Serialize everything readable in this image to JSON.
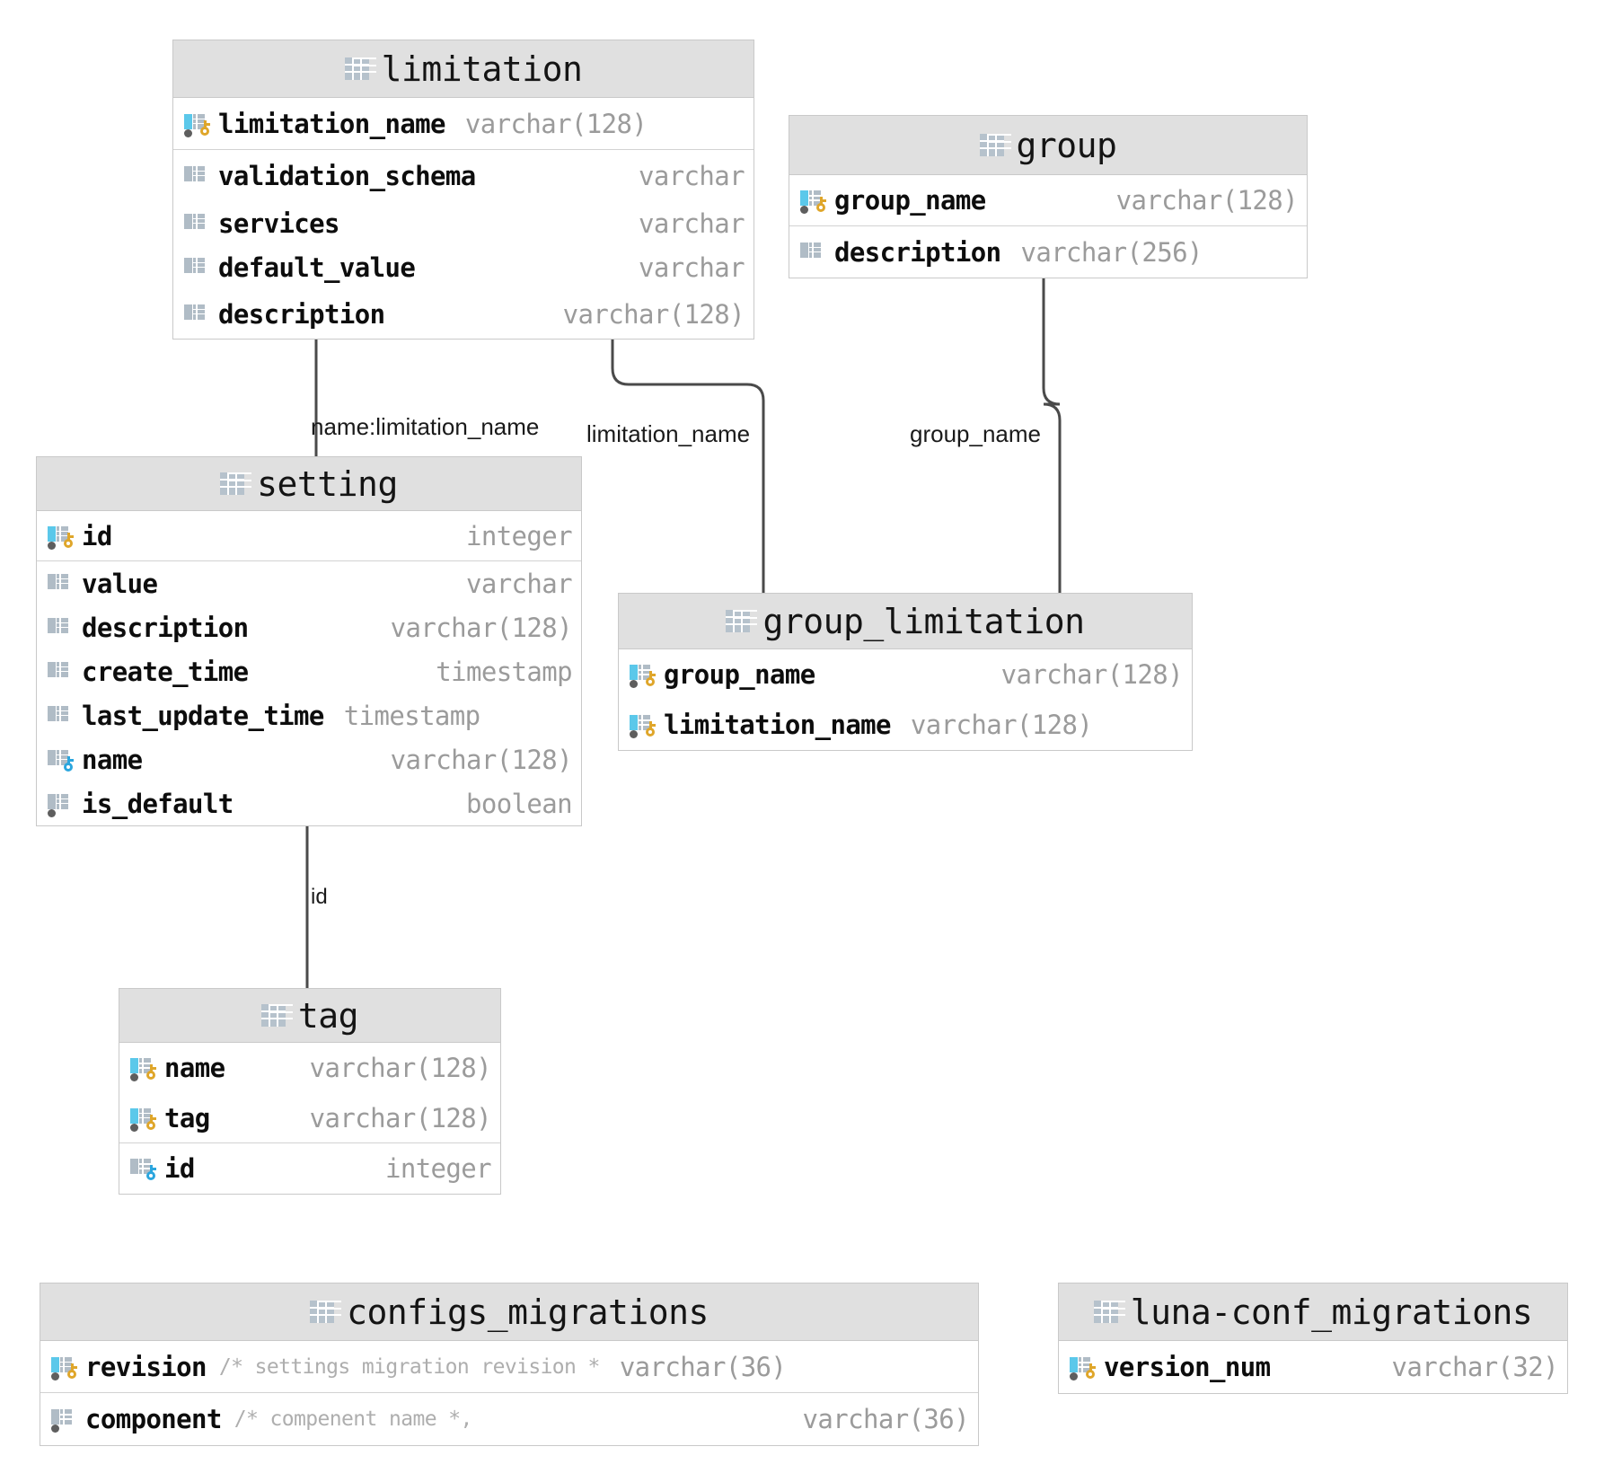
{
  "diagram": {
    "kind": "database-er-diagram",
    "background": "#ffffff",
    "header_fill": "#e0e0e0",
    "border_color": "#c9c9c9",
    "type_color": "#9b9b9b",
    "comment_color": "#aeaeae",
    "edge_color": "#4a4a4a",
    "key_gold": "#dfa62a",
    "key_blue": "#2ba6de",
    "marker_cyan": "#5bc8ea",
    "marker_grey": "#b0bcc6"
  },
  "tables": {
    "limitation": {
      "title": "limitation",
      "columns": [
        {
          "name": "limitation_name",
          "type": "varchar(128)",
          "icon": "pk-key-gold-cyan-dot"
        },
        {
          "name": "validation_schema",
          "type": "varchar",
          "icon": "column-grey"
        },
        {
          "name": "services",
          "type": "varchar",
          "icon": "column-grey"
        },
        {
          "name": "default_value",
          "type": "varchar",
          "icon": "column-grey"
        },
        {
          "name": "description",
          "type": "varchar(128)",
          "icon": "column-grey"
        }
      ]
    },
    "group": {
      "title": "group",
      "columns": [
        {
          "name": "group_name",
          "type": "varchar(128)",
          "icon": "pk-key-gold-cyan-dot"
        },
        {
          "name": "description",
          "type": "varchar(256)",
          "icon": "column-grey"
        }
      ]
    },
    "setting": {
      "title": "setting",
      "columns": [
        {
          "name": "id",
          "type": "integer",
          "icon": "pk-key-gold-cyan-dot"
        },
        {
          "name": "value",
          "type": "varchar",
          "icon": "column-grey"
        },
        {
          "name": "description",
          "type": "varchar(128)",
          "icon": "column-grey"
        },
        {
          "name": "create_time",
          "type": "timestamp",
          "icon": "column-grey"
        },
        {
          "name": "last_update_time",
          "type": "timestamp",
          "icon": "column-grey"
        },
        {
          "name": "name",
          "type": "varchar(128)",
          "icon": "key-blue-grey"
        },
        {
          "name": "is_default",
          "type": "boolean",
          "icon": "column-grey-dot"
        }
      ]
    },
    "group_limitation": {
      "title": "group_limitation",
      "columns": [
        {
          "name": "group_name",
          "type": "varchar(128)",
          "icon": "pk-key-gold-cyan-dot"
        },
        {
          "name": "limitation_name",
          "type": "varchar(128)",
          "icon": "pk-key-gold-cyan-dot"
        }
      ]
    },
    "tag": {
      "title": "tag",
      "columns": [
        {
          "name": "name",
          "type": "varchar(128)",
          "icon": "pk-key-gold-cyan-dot"
        },
        {
          "name": "tag",
          "type": "varchar(128)",
          "icon": "pk-key-gold-cyan-dot"
        },
        {
          "name": "id",
          "type": "integer",
          "icon": "key-blue-grey"
        }
      ]
    },
    "configs_migrations": {
      "title": "configs_migrations",
      "columns": [
        {
          "name": "revision",
          "comment": "/* settings migration revision *",
          "type": "varchar(36)",
          "icon": "pk-key-gold-cyan-dot"
        },
        {
          "name": "component",
          "comment": "/* compenent name *,",
          "type": "varchar(36)",
          "icon": "column-grey-dot"
        }
      ]
    },
    "luna_conf_migrations": {
      "title": "luna-conf_migrations",
      "columns": [
        {
          "name": "version_num",
          "type": "varchar(32)",
          "icon": "pk-key-gold-cyan-dot"
        }
      ]
    }
  },
  "relationships": [
    {
      "id": "setting-limitation",
      "label": "name:limitation_name",
      "from": "setting",
      "to": "limitation"
    },
    {
      "id": "grouplimitation-limitation",
      "label": "limitation_name",
      "from": "group_limitation",
      "to": "limitation"
    },
    {
      "id": "grouplimitation-group",
      "label": "group_name",
      "from": "group_limitation",
      "to": "group"
    },
    {
      "id": "tag-setting",
      "label": "id",
      "from": "tag",
      "to": "setting"
    }
  ]
}
